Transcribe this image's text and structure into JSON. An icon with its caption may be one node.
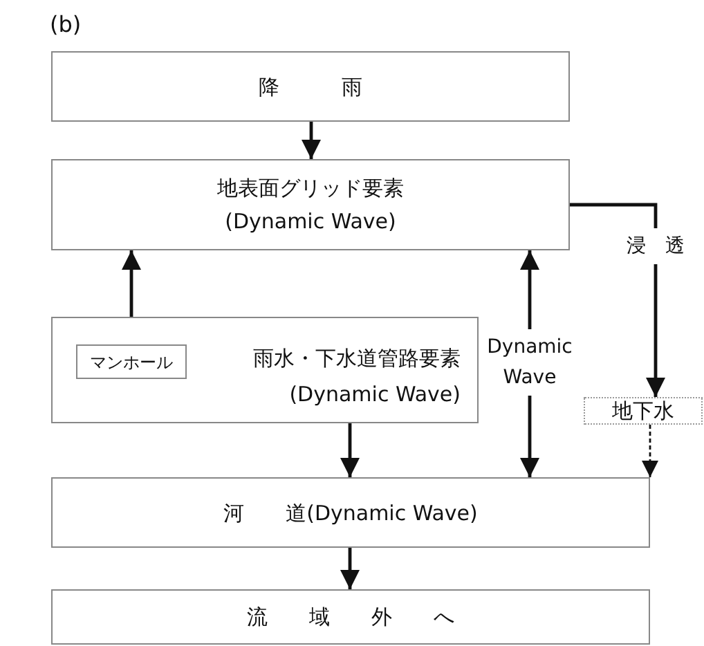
{
  "diagram": {
    "title": "(b)",
    "nodes": [
      {
        "text": [
          "降　　　雨"
        ]
      },
      {
        "text": [
          "地表面グリッド要素",
          "(Dynamic Wave)"
        ]
      },
      {
        "text": [
          "雨水・下水道管路要素",
          "(Dynamic Wave)"
        ]
      },
      {
        "text": [
          "マンホール"
        ],
        "in": 2
      },
      {
        "text": [
          "地下水"
        ]
      },
      {
        "text": [
          "河　　道(Dynamic Wave)"
        ]
      },
      {
        "text": [
          "流　　域　　外　　へ"
        ]
      }
    ],
    "edges": [
      {
        "from": 0,
        "to": 1,
        "arrow": "to"
      },
      {
        "from": 1,
        "to": 3,
        "arrow": "both"
      },
      {
        "from": 1,
        "to": 5,
        "arrow": "both",
        "label": "Dynamic Wave"
      },
      {
        "from": 1,
        "to": 4,
        "arrow": "to",
        "label": "浸　透"
      },
      {
        "from": 2,
        "to": 5,
        "arrow": "to"
      },
      {
        "from": 4,
        "to": 5,
        "arrow": "to",
        "style": "dashed"
      },
      {
        "from": 5,
        "to": 6,
        "arrow": "to"
      }
    ]
  }
}
